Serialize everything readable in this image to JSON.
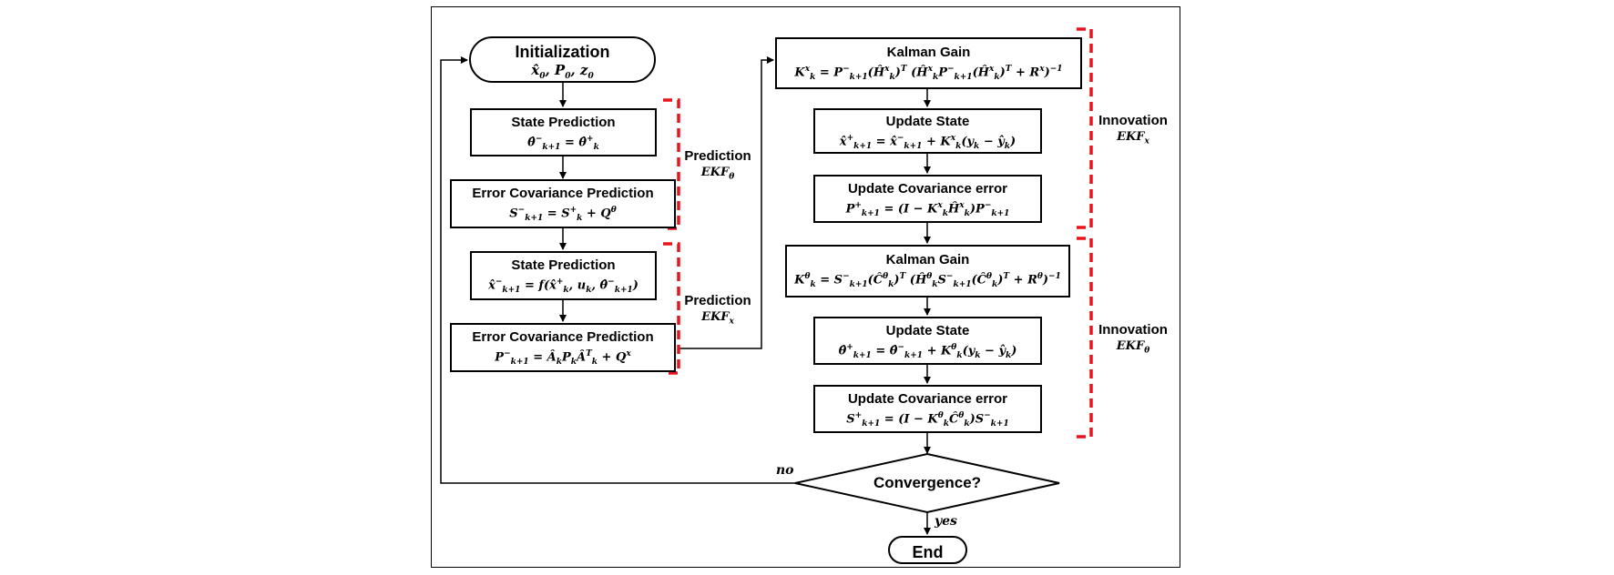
{
  "start": {
    "title": "Initialization",
    "eq": "x̂₀, P₀, z₀"
  },
  "prediction_theta": {
    "state": {
      "title": "State Prediction",
      "eq": "θ̂⁻ₖ₊₁ = θ̂⁺ₖ"
    },
    "cov": {
      "title": "Error Covariance Prediction",
      "eq": "S⁻ₖ₊₁ = S⁺ₖ + Q^θ"
    },
    "side_label": "Prediction",
    "side_sub": "EKFθ"
  },
  "prediction_x": {
    "state": {
      "title": "State Prediction",
      "eq": "x̂⁻ₖ₊₁ = f(x̂⁺ₖ, uₖ, θ̂⁻ₖ₊₁)"
    },
    "cov": {
      "title": "Error Covariance Prediction",
      "eq": "P⁻ₖ₊₁ = ÂₖPₖÂₖᵀ + Qˣ"
    },
    "side_label": "Prediction",
    "side_sub": "EKFx"
  },
  "innovation_x": {
    "gain": {
      "title": "Kalman Gain",
      "eq": "Kˣₖ = P⁻ₖ₊₁(Ĥˣₖ)ᵀ(ĤˣₖP⁻ₖ₊₁(Ĥˣₖ)ᵀ + Rˣ)⁻¹"
    },
    "state": {
      "title": "Update State",
      "eq": "x̂⁺ₖ₊₁ = x̂⁻ₖ₊₁ + Kˣₖ(yₖ − ŷₖ)"
    },
    "cov": {
      "title": "Update Covariance error",
      "eq": "P⁺ₖ₊₁ = (I − KˣₖĤˣₖ)P⁻ₖ₊₁"
    },
    "side_label": "Innovation",
    "side_sub": "EKFx"
  },
  "innovation_theta": {
    "gain": {
      "title": "Kalman Gain",
      "eq": "K^θₖ = S⁻ₖ₊₁(Ĉ^θₖ)ᵀ(Ĥ^θₖS⁻ₖ₊₁(Ĉ^θₖ)ᵀ + R^θ)⁻¹"
    },
    "state": {
      "title": "Update State",
      "eq": "θ̂⁺ₖ₊₁ = θ̂⁻ₖ₊₁ + K^θₖ(yₖ − ŷₖ)"
    },
    "cov": {
      "title": "Update Covariance error",
      "eq": "S⁺ₖ₊₁ = (I − K^θₖĈ^θₖ)S⁻ₖ₊₁"
    },
    "side_label": "Innovation",
    "side_sub": "EKFθ"
  },
  "decision": {
    "label": "Convergence?",
    "no": "no",
    "yes": "yes"
  },
  "end": {
    "title": "End"
  },
  "colors": {
    "bracket": "#e8141c",
    "line": "#000000"
  }
}
